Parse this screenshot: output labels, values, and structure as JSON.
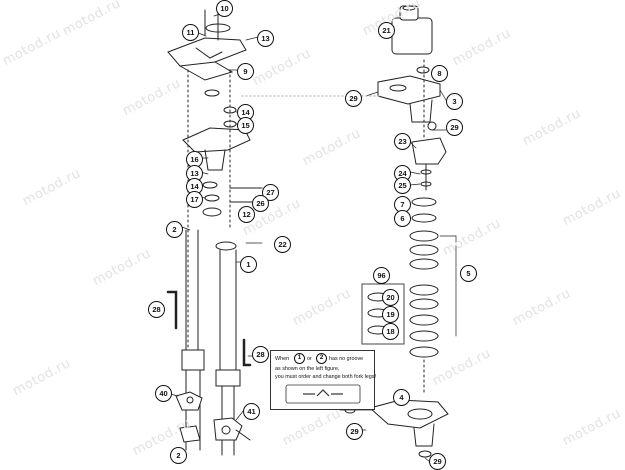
{
  "watermark": "motod.ru",
  "callouts": [
    {
      "id": "c10",
      "label": "10"
    },
    {
      "id": "c11",
      "label": "11"
    },
    {
      "id": "c13",
      "label": "13"
    },
    {
      "id": "c9",
      "label": "9"
    },
    {
      "id": "c14",
      "label": "14"
    },
    {
      "id": "c15",
      "label": "15"
    },
    {
      "id": "c16",
      "label": "16"
    },
    {
      "id": "c13b",
      "label": "13"
    },
    {
      "id": "c14b",
      "label": "14"
    },
    {
      "id": "c17",
      "label": "17"
    },
    {
      "id": "c27",
      "label": "27"
    },
    {
      "id": "c26",
      "label": "26"
    },
    {
      "id": "c12",
      "label": "12"
    },
    {
      "id": "c2",
      "label": "2"
    },
    {
      "id": "c22",
      "label": "22"
    },
    {
      "id": "c1",
      "label": "1"
    },
    {
      "id": "c28",
      "label": "28"
    },
    {
      "id": "c28b",
      "label": "28"
    },
    {
      "id": "c40",
      "label": "40"
    },
    {
      "id": "c41",
      "label": "41"
    },
    {
      "id": "c2b",
      "label": "2"
    },
    {
      "id": "c21",
      "label": "21"
    },
    {
      "id": "c8",
      "label": "8"
    },
    {
      "id": "c29",
      "label": "29"
    },
    {
      "id": "c3",
      "label": "3"
    },
    {
      "id": "c29b",
      "label": "29"
    },
    {
      "id": "c23",
      "label": "23"
    },
    {
      "id": "c24",
      "label": "24"
    },
    {
      "id": "c25",
      "label": "25"
    },
    {
      "id": "c7",
      "label": "7"
    },
    {
      "id": "c6",
      "label": "6"
    },
    {
      "id": "c5",
      "label": "5"
    },
    {
      "id": "c96",
      "label": "96"
    },
    {
      "id": "c20",
      "label": "20"
    },
    {
      "id": "c19",
      "label": "19"
    },
    {
      "id": "c18",
      "label": "18"
    },
    {
      "id": "c4",
      "label": "4"
    },
    {
      "id": "c29c",
      "label": "29"
    },
    {
      "id": "c29d",
      "label": "29"
    }
  ],
  "note": {
    "line1_a": "When",
    "circle_a": "1",
    "line1_b": "or",
    "circle_b": "2",
    "line1_c": "has no groove",
    "line2": "as shown on the left figure,",
    "line3": "you must order and change both fork legs!"
  }
}
